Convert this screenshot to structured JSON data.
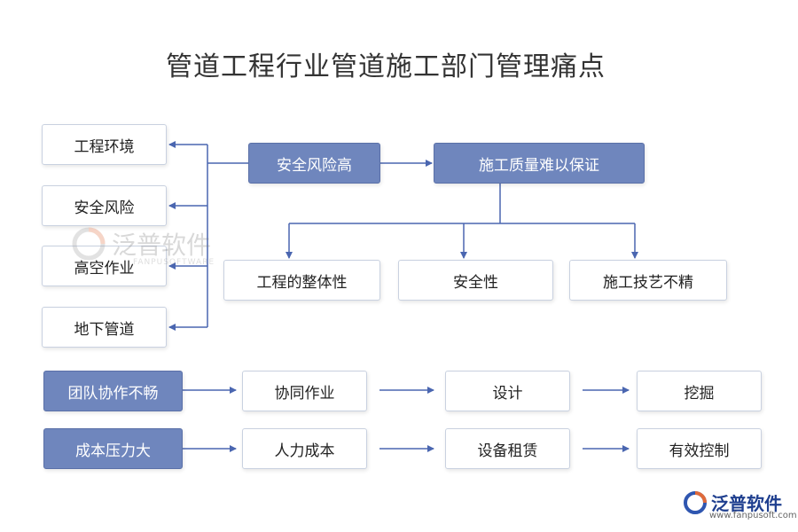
{
  "title": "管道工程行业管道施工部门管理痛点",
  "left_items": [
    "工程环境",
    "安全风险",
    "高空作业",
    "地下管道"
  ],
  "safety_risk": "安全风险高",
  "quality": "施工质量难以保证",
  "quality_children": [
    "工程的整体性",
    "安全性",
    "施工技艺不精"
  ],
  "teamwork": {
    "label": "团队协作不畅",
    "steps": [
      "协同作业",
      "设计",
      "挖掘"
    ]
  },
  "cost": {
    "label": "成本压力大",
    "steps": [
      "人力成本",
      "设备租赁",
      "有效控制"
    ]
  },
  "watermark": {
    "name": "泛普软件",
    "sub": "FANPUSOFTWARE"
  },
  "logo": {
    "name": "泛普软件",
    "url": "www.fanpusoft.com"
  },
  "colors": {
    "accent": "#6f86bd",
    "line": "#4a66b0",
    "border": "#c9d1e0"
  }
}
